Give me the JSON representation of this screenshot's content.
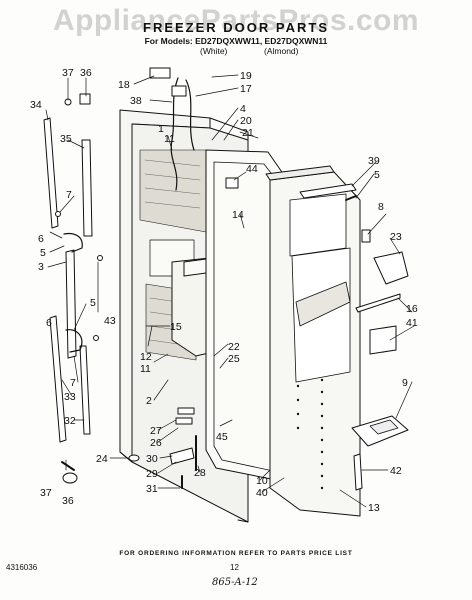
{
  "header": {
    "watermark": "AppliancePartsPros.com",
    "title": "FREEZER DOOR PARTS",
    "models": "For Models: ED27DQXWW11, ED27DQXWN11",
    "variant_white": "(White)",
    "variant_almond": "(Almond)"
  },
  "callouts": {
    "c37": "37",
    "c36": "36",
    "c34": "34",
    "c35": "35",
    "c7": "7",
    "c6": "6",
    "c5": "5",
    "c3": "3",
    "c43": "43",
    "c33": "33",
    "c32": "32",
    "c18": "18",
    "c19": "19",
    "c17": "17",
    "c38": "38",
    "c4": "4",
    "c20": "20",
    "c21": "21",
    "c1": "1",
    "c11": "11",
    "c44": "44",
    "c14": "14",
    "c39": "39",
    "c8": "8",
    "c23": "23",
    "c16": "16",
    "c41": "41",
    "c15": "15",
    "c12": "12",
    "c22": "22",
    "c25": "25",
    "c2": "2",
    "c9": "9",
    "c27": "27",
    "c26": "26",
    "c30": "30",
    "c24": "24",
    "c29": "29",
    "c31": "31",
    "c28": "28",
    "c45": "45",
    "c10": "10",
    "c40": "40",
    "c42": "42",
    "c13": "13"
  },
  "footer": {
    "ordering_note": "FOR ORDERING INFORMATION REFER TO PARTS PRICE LIST",
    "doc_number": "4316036",
    "page_number": "12",
    "handwritten": "865-A-12"
  }
}
